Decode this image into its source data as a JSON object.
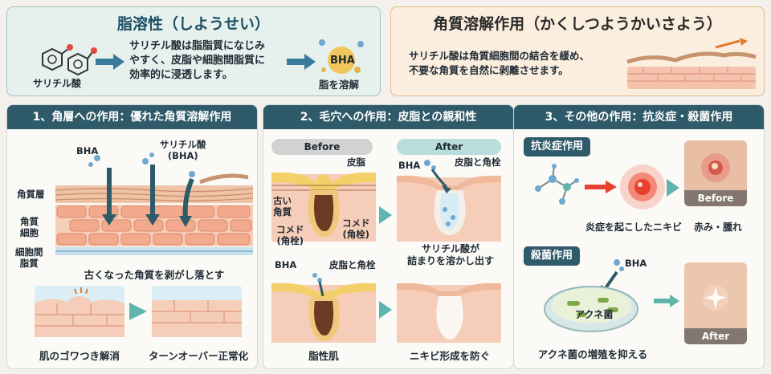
{
  "top_left": {
    "title": "脂溶性（しようせい）",
    "molecule_label": "サリチル酸",
    "text_lines": [
      "サリチル酸は脂脂質になじみ",
      "やすく、皮脂や細胞間脂質に",
      "効率的に浸透します。"
    ],
    "bha_badge": "BHA",
    "bha_caption": "脂を溶解"
  },
  "top_right": {
    "title": "角質溶解作用（かくしつようかいさよう）",
    "text_lines": [
      "サリチル酸は角質細胞間の結合を緩め、",
      "不要な角質を自然に剥離させます。"
    ]
  },
  "panel1": {
    "heading": "1、角層への作用：優れた角質溶解作用",
    "bha_label": "BHA",
    "salicylic_label_1": "サリチル酸",
    "salicylic_label_2": "(BHA)",
    "layer_horny": "角質層",
    "layer_cells_1": "角質",
    "layer_cells_2": "細胞",
    "layer_lipid_1": "細胞間",
    "layer_lipid_2": "脂質",
    "caption_main": "古くなった角質を剥がし落とす",
    "caption_left": "肌のゴワつき解消",
    "caption_right": "ターンオーバー正常化"
  },
  "panel2": {
    "heading": "2、毛穴への作用：皮脂との親和性",
    "before_tag": "Before",
    "after_tag": "After",
    "sebum": "皮脂",
    "old_horn_1": "古い",
    "old_horn_2": "角質",
    "comedo_left_1": "コメド",
    "comedo_left_2": "(角栓)",
    "comedo_right_1": "コメド",
    "comedo_right_2": "(角栓)",
    "after_bha": "BHA",
    "after_sebum_plug": "皮脂と角栓",
    "after_caption_1": "サリチル酸が",
    "after_caption_2": "詰まりを溶かし出す",
    "lower_bha": "BHA",
    "lower_sebum_plug": "皮脂と角栓",
    "caption_oily": "脂性肌",
    "caption_prevent": "ニキビ形成を防ぐ"
  },
  "panel3": {
    "heading": "3、その他の作用：抗炎症・殺菌作用",
    "anti_inflammatory": "抗炎症作用",
    "inflamed_caption": "炎症を起こしたニキビ",
    "before_photo_tag": "Before",
    "redness_caption": "赤み・腫れ",
    "antibacterial": "殺菌作用",
    "bha_label": "BHA",
    "acne_bacteria": "アクネ菌",
    "bacteria_caption": "アクネ菌の増殖を抑える",
    "after_photo_tag": "After"
  },
  "colors": {
    "panel_header": "#2f5a69",
    "teal_arrow": "#5fb5ae",
    "skin_cell": "#f2b49a",
    "sebum": "#f2c14e",
    "inflamed_red": "#e8402e"
  }
}
